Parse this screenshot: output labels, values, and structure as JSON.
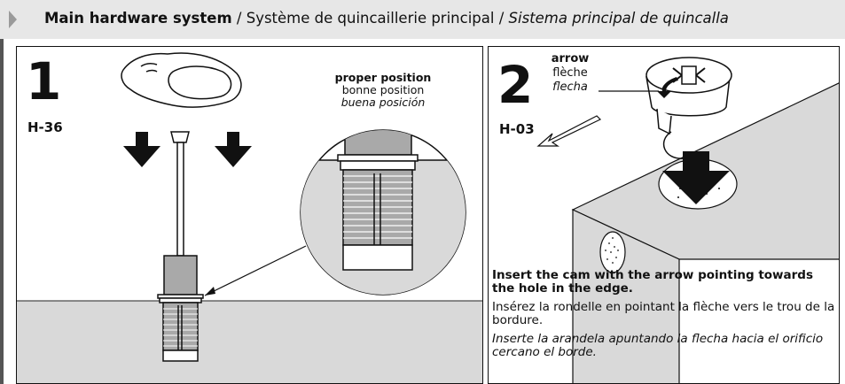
{
  "header": {
    "title_bold": "Main hardware system",
    "separator1": " / ",
    "title_fr": "Système de quincaillerie principal",
    "separator2": " / ",
    "title_es": "Sistema principal de quincalla"
  },
  "step1": {
    "number": "1",
    "code": "H-36",
    "callout_en": "proper position",
    "callout_fr": "bonne position",
    "callout_es": "buena posición"
  },
  "step2": {
    "number": "2",
    "code": "H-03",
    "arrow_en": "arrow",
    "arrow_fr": "flèche",
    "arrow_es": "flecha",
    "instruction_en": "Insert the cam with the arrow pointing towards the hole in the edge.",
    "instruction_fr": "Insérez la rondelle en pointant la flèche vers le trou de la bordure.",
    "instruction_es": "Inserte la arandela apuntando la flecha hacia el orificio cercano el borde."
  },
  "colors": {
    "header_bg": "#e7e7e7",
    "wood_gray": "#d9d9d9",
    "part_gray": "#a9a9a9",
    "ink": "#111111"
  }
}
